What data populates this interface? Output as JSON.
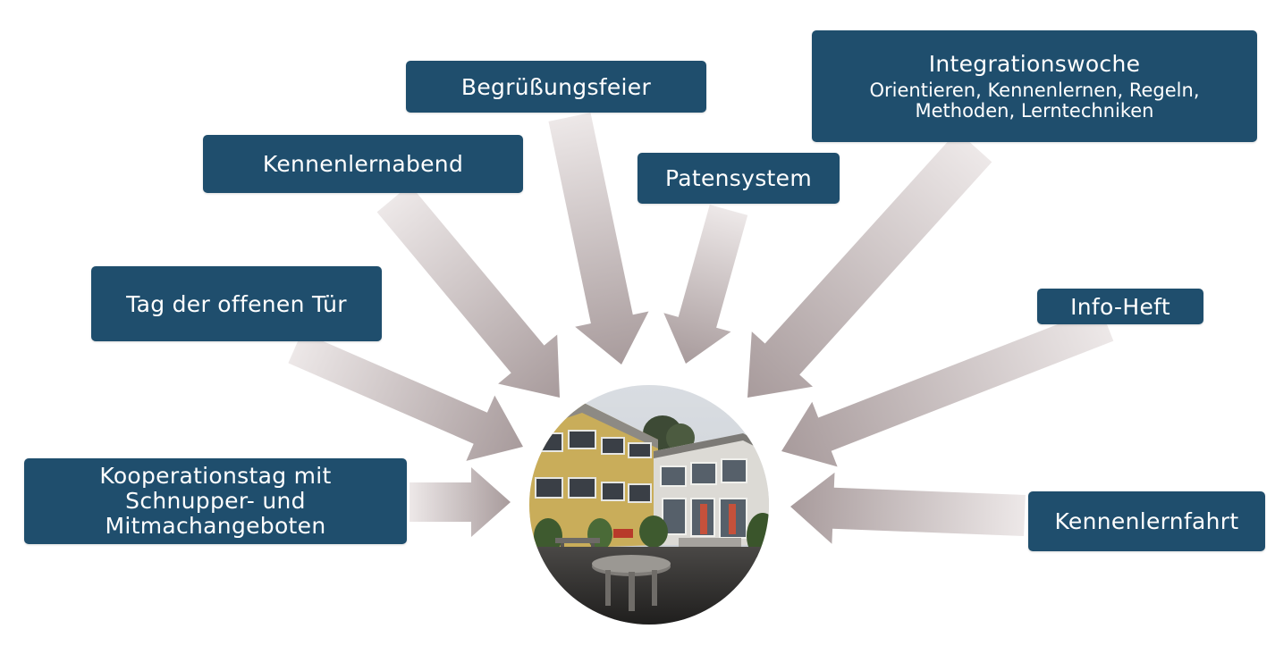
{
  "center": {
    "image": "school-courtyard-photo"
  },
  "boxes": {
    "kooperation": {
      "label": "Kooperationstag mit\nSchnupper- und\nMitmachangeboten"
    },
    "tag": {
      "label": "Tag der offenen Tür"
    },
    "kennenlernabend": {
      "label": "Kennenlernabend"
    },
    "begruessung": {
      "label": "Begrüßungsfeier"
    },
    "paten": {
      "label": "Patensystem"
    },
    "integration": {
      "label": "Integrationswoche",
      "sub": "Orientieren, Kennenlernen, Regeln,\nMethoden, Lerntechniken"
    },
    "info": {
      "label": "Info-Heft"
    },
    "fahrt": {
      "label": "Kennenlernfahrt"
    }
  },
  "colors": {
    "box_fill": "#1f4e6d",
    "box_text": "#ffffff",
    "arrow_light": "#ede8e8",
    "arrow_dark": "#a89b9c"
  }
}
